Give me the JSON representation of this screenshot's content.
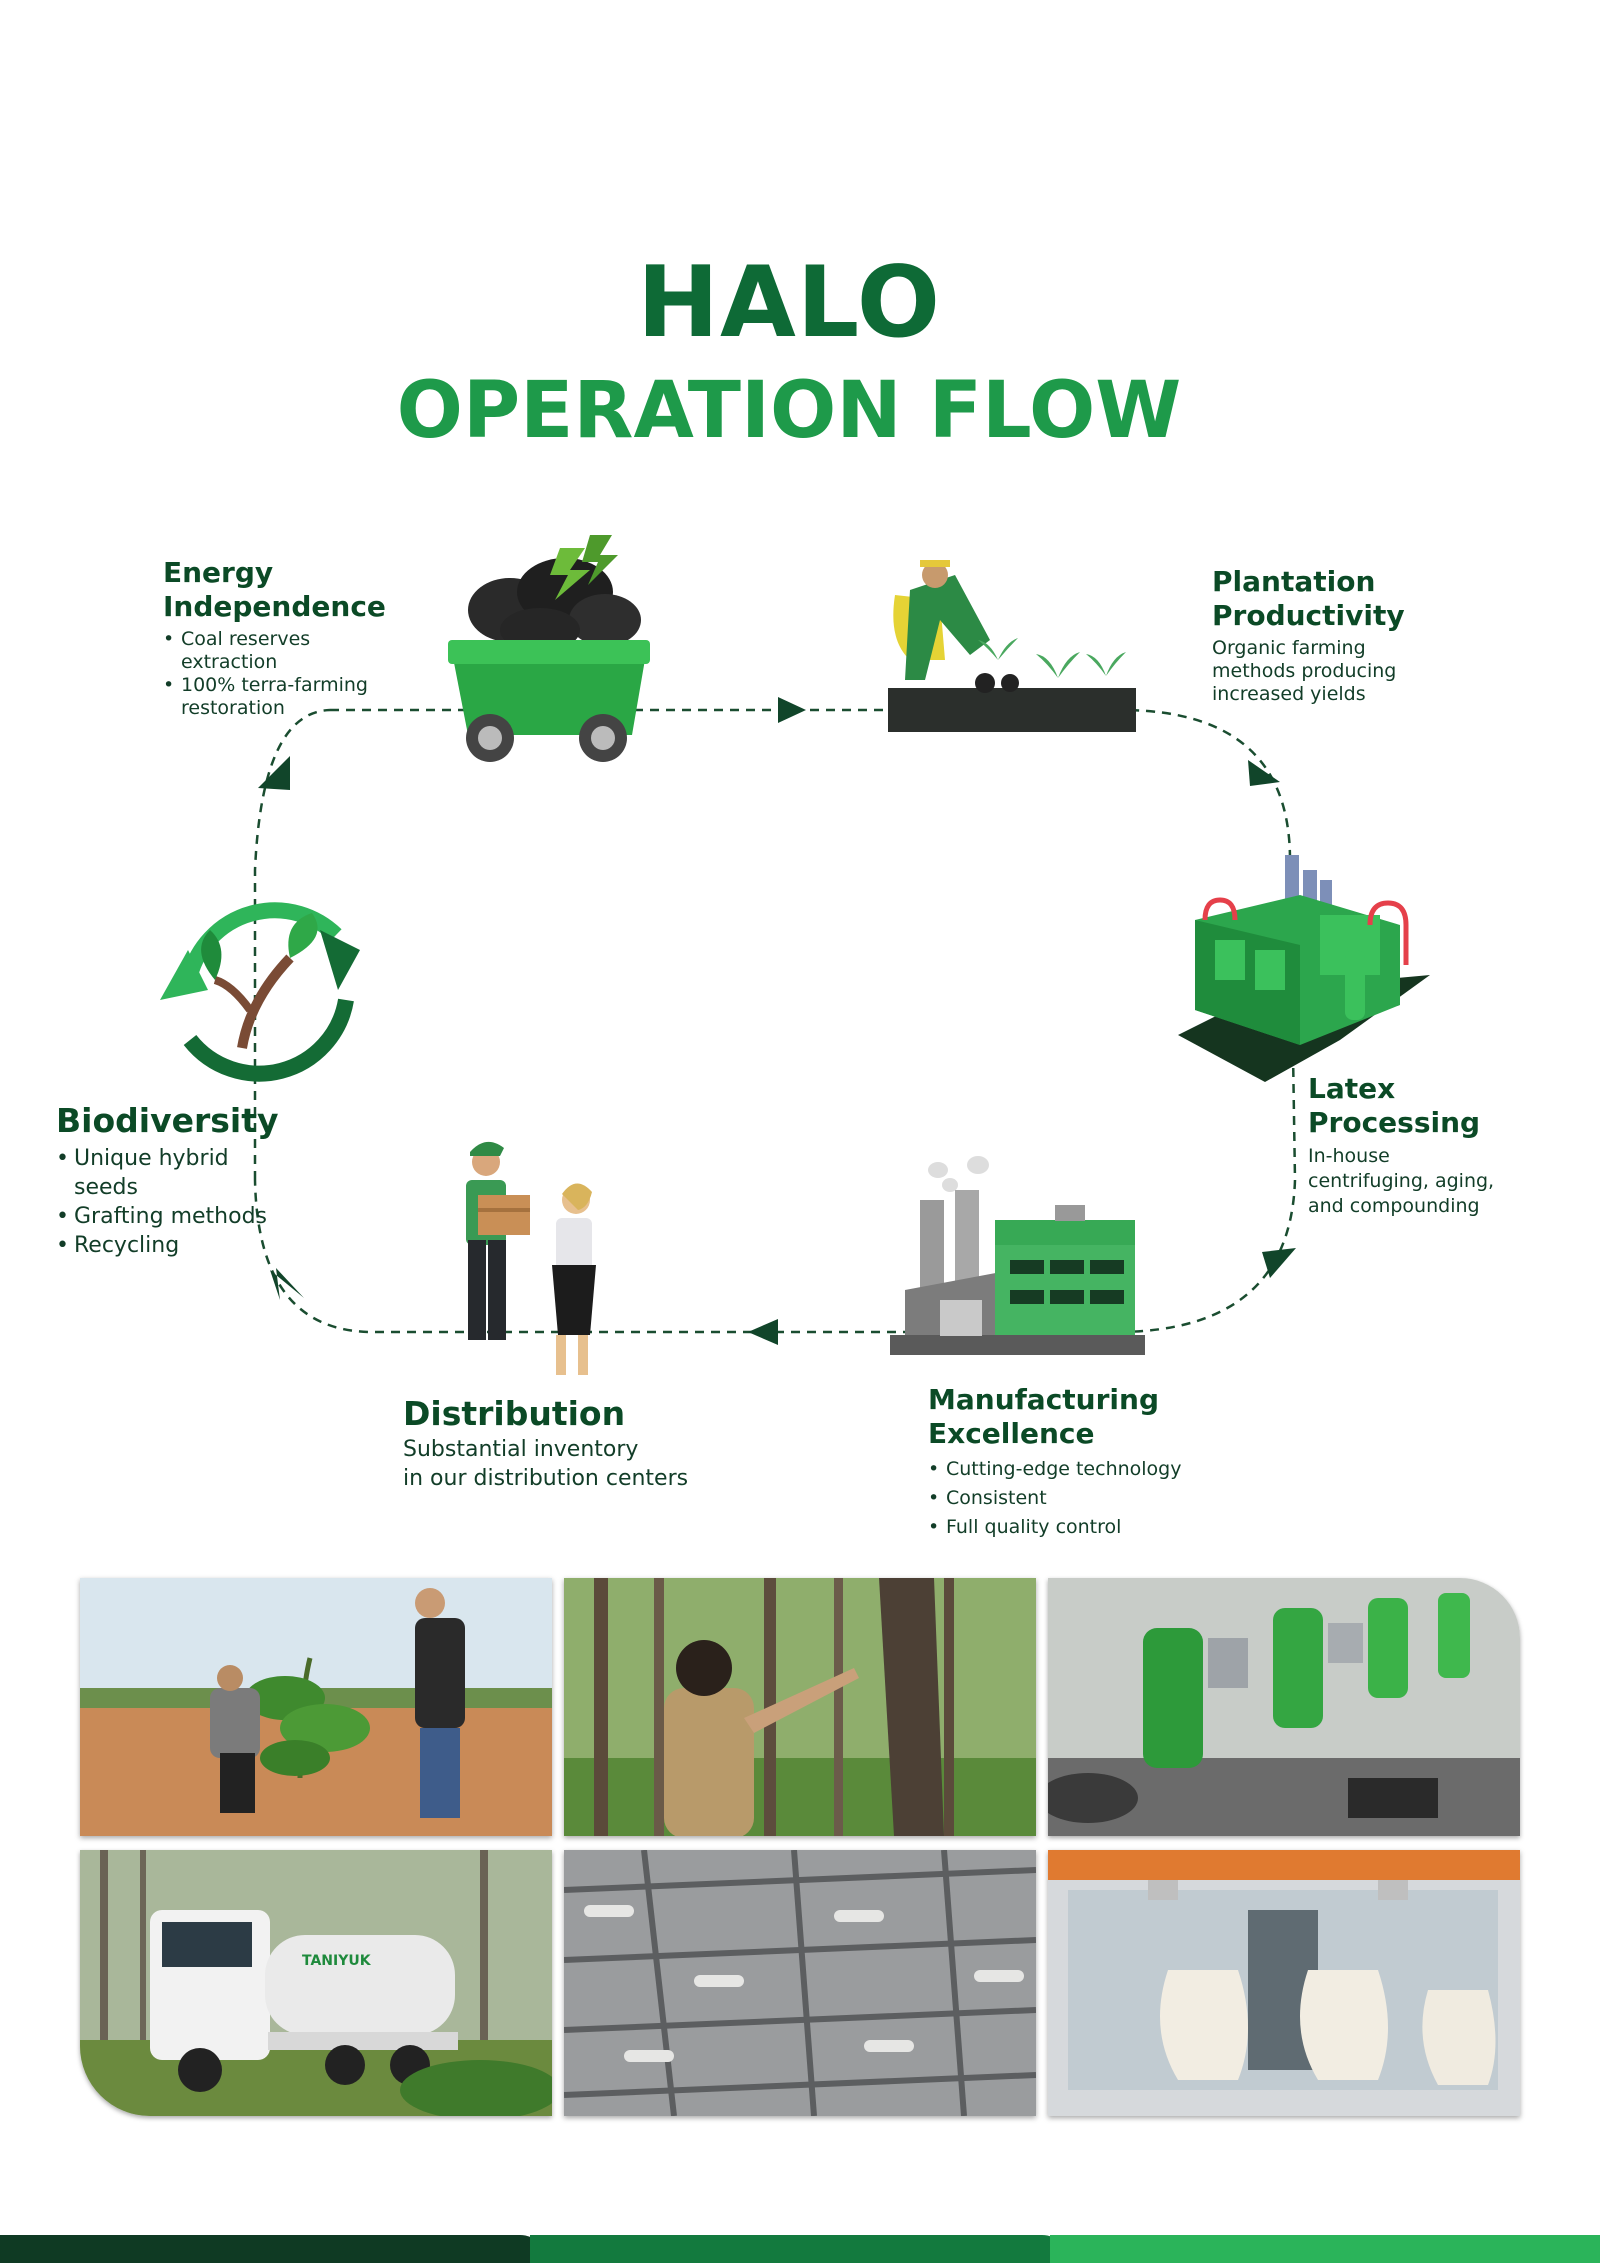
{
  "header": {
    "title": "HALO",
    "subtitle": "OPERATION FLOW"
  },
  "colors": {
    "dark_green": "#0e6a36",
    "mid_green": "#1e9a4a",
    "bright_green": "#2fb55a",
    "text_dark": "#0b4a26"
  },
  "flow": {
    "energy": {
      "title_line1": "Energy",
      "title_line2": "Independence",
      "items": [
        "Coal reserves",
        "extraction",
        "100% terra-farming",
        "restoration"
      ],
      "icon": "coal-cart-icon"
    },
    "plantation": {
      "title_line1": "Plantation",
      "title_line2": "Productivity",
      "lines": [
        "Organic farming",
        "methods producing",
        "increased yields"
      ],
      "icon": "farmer-planting-icon"
    },
    "latex": {
      "title_line1": "Latex",
      "title_line2": "Processing",
      "lines": [
        "In-house",
        "centrifuging, aging,",
        "and compounding"
      ],
      "icon": "factory-plant-icon"
    },
    "manufacturing": {
      "title_line1": "Manufacturing",
      "title_line2": "Excellence",
      "items": [
        "Cutting-edge technology",
        "Consistent",
        "Full quality control"
      ],
      "icon": "manufacturing-building-icon"
    },
    "distribution": {
      "title": "Distribution",
      "lines": [
        "Substantial inventory",
        "in our distribution centers"
      ],
      "icon": "package-handover-icon"
    },
    "biodiversity": {
      "title": "Biodiversity",
      "items": [
        "Unique hybrid",
        "seeds",
        "Grafting methods",
        "Recycling"
      ],
      "icon": "sprout-cycle-icon"
    }
  },
  "photos": [
    {
      "name": "planting-photo"
    },
    {
      "name": "rubber-tapping-photo"
    },
    {
      "name": "latex-centrifuge-photo"
    },
    {
      "name": "tanker-truck-photo",
      "truck_label": "TANIYUK"
    },
    {
      "name": "glove-production-line-photo"
    },
    {
      "name": "glove-molds-photo"
    }
  ]
}
